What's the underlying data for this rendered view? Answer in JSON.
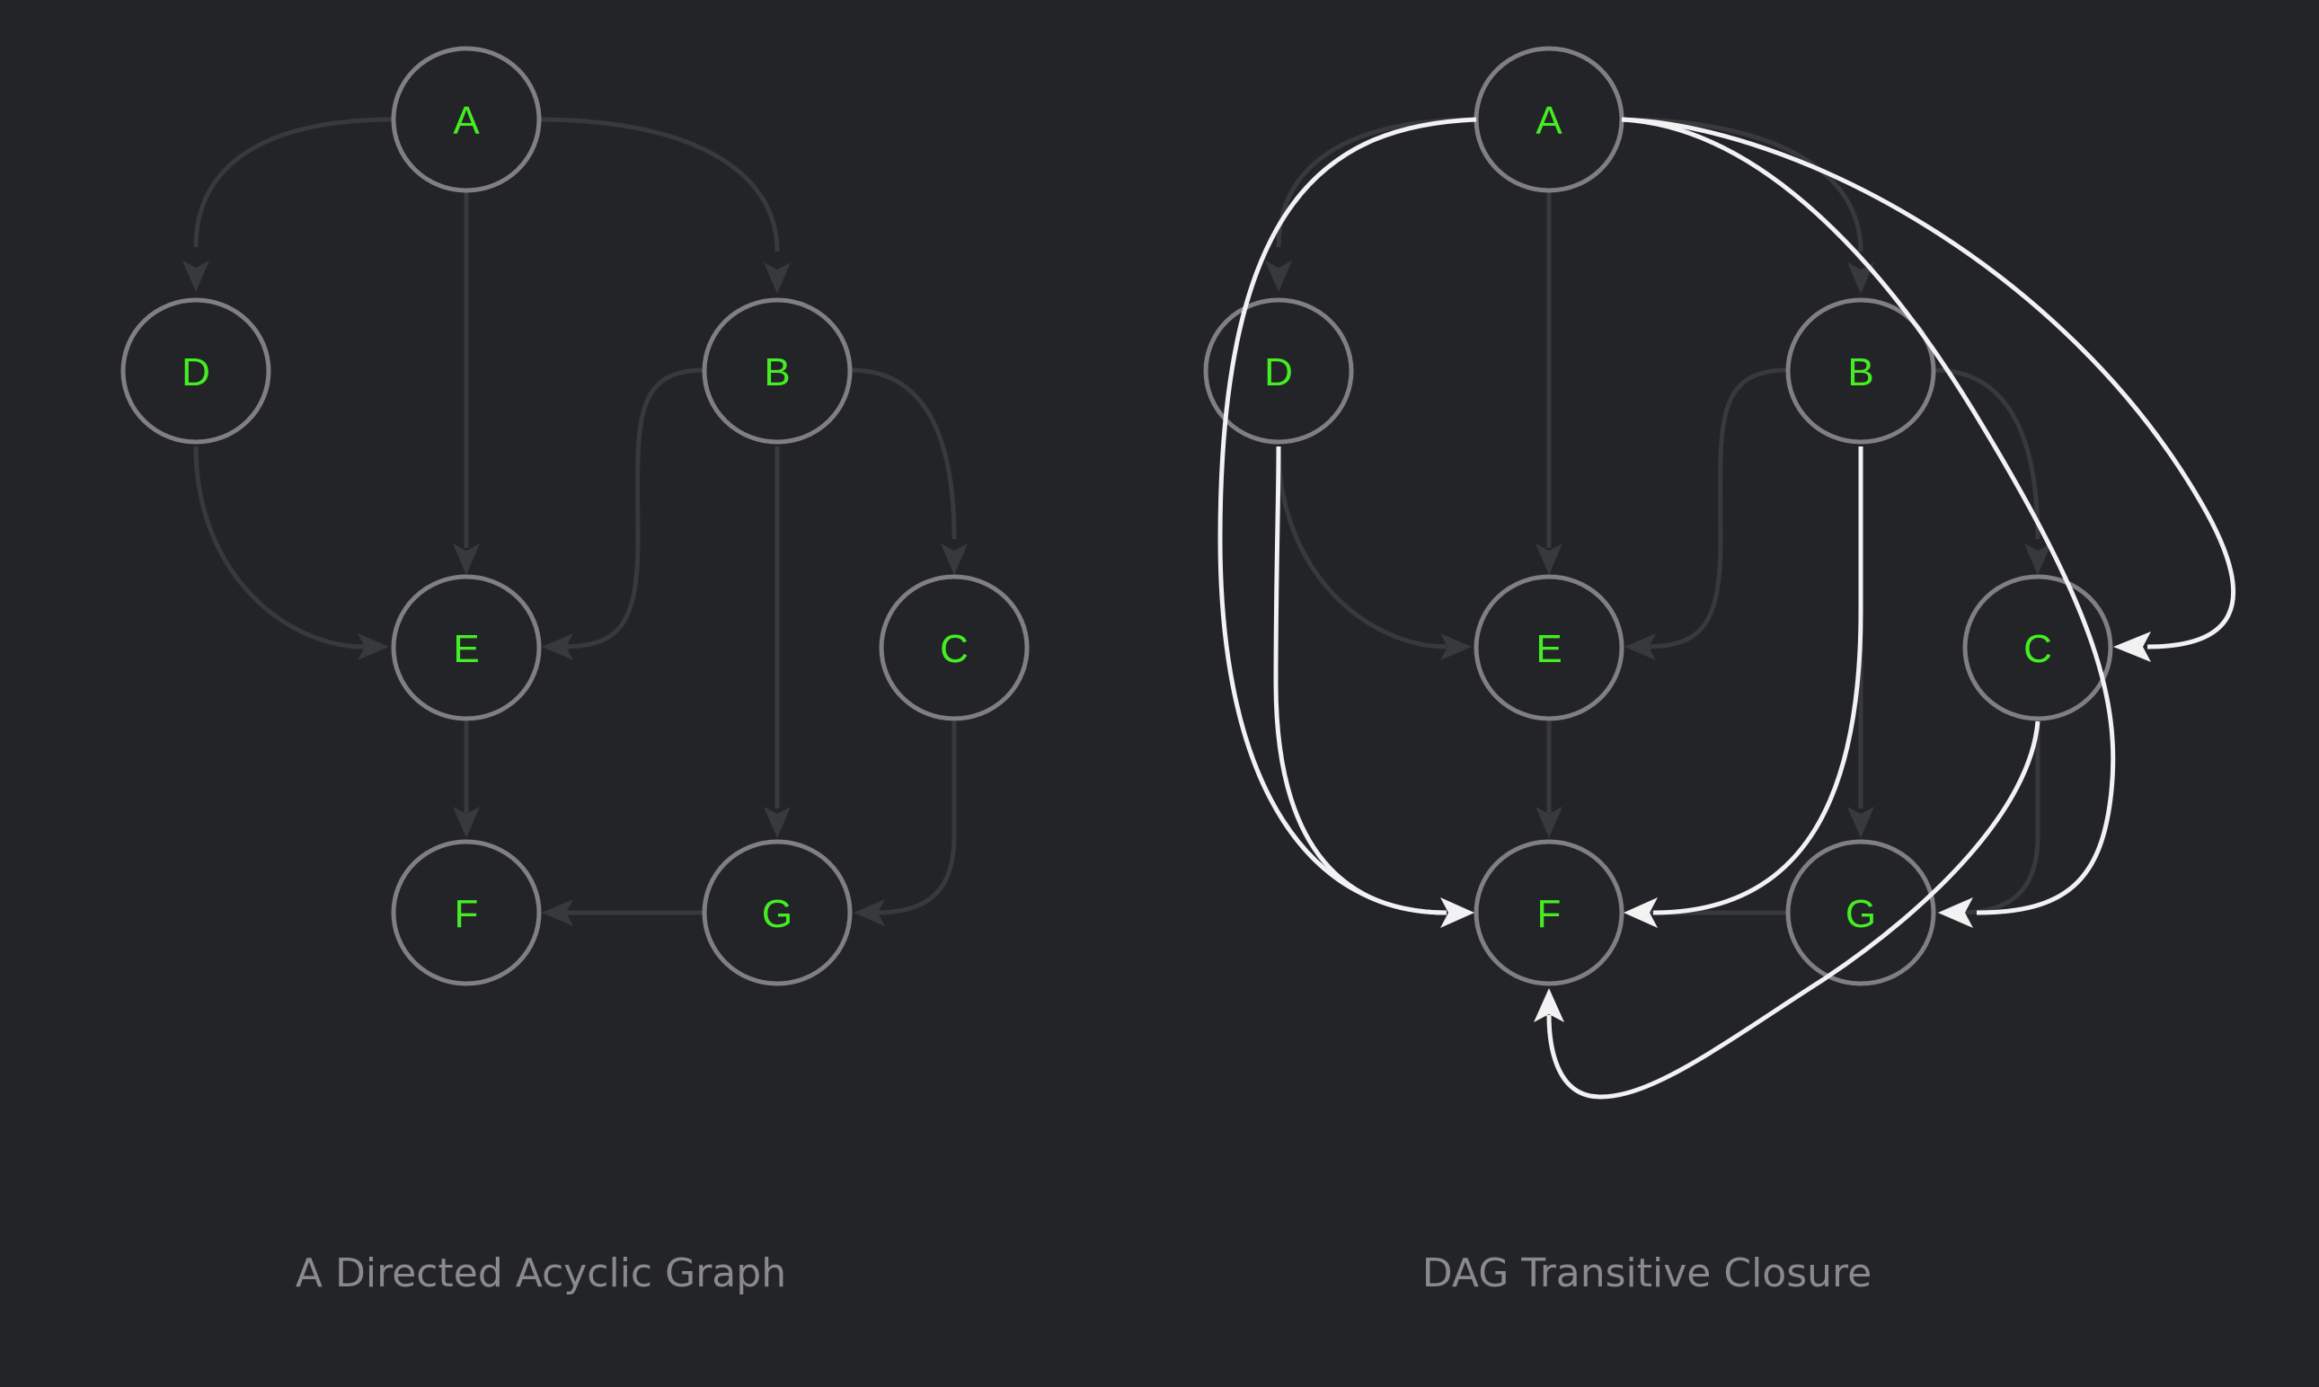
{
  "diagrams": [
    {
      "caption": "A Directed Acyclic Graph",
      "nodes": [
        "A",
        "B",
        "C",
        "D",
        "E",
        "F",
        "G"
      ],
      "edges": [
        {
          "from": "A",
          "to": "D"
        },
        {
          "from": "A",
          "to": "E"
        },
        {
          "from": "A",
          "to": "B"
        },
        {
          "from": "D",
          "to": "E"
        },
        {
          "from": "B",
          "to": "E"
        },
        {
          "from": "B",
          "to": "G"
        },
        {
          "from": "B",
          "to": "C"
        },
        {
          "from": "E",
          "to": "F"
        },
        {
          "from": "G",
          "to": "F"
        },
        {
          "from": "C",
          "to": "G"
        }
      ]
    },
    {
      "caption": "DAG Transitive Closure",
      "nodes": [
        "A",
        "B",
        "C",
        "D",
        "E",
        "F",
        "G"
      ],
      "edges": [
        {
          "from": "A",
          "to": "D"
        },
        {
          "from": "A",
          "to": "E"
        },
        {
          "from": "A",
          "to": "B"
        },
        {
          "from": "D",
          "to": "E"
        },
        {
          "from": "B",
          "to": "E"
        },
        {
          "from": "B",
          "to": "G"
        },
        {
          "from": "B",
          "to": "C"
        },
        {
          "from": "E",
          "to": "F"
        },
        {
          "from": "G",
          "to": "F"
        },
        {
          "from": "C",
          "to": "G"
        }
      ],
      "closure_edges": [
        {
          "from": "A",
          "to": "F"
        },
        {
          "from": "D",
          "to": "F"
        },
        {
          "from": "B",
          "to": "F"
        },
        {
          "from": "A",
          "to": "C"
        },
        {
          "from": "A",
          "to": "G"
        },
        {
          "from": "C",
          "to": "F"
        }
      ]
    }
  ],
  "colors": {
    "background": "#232427",
    "node_stroke": "#808080",
    "node_fill": "#232427",
    "node_label": "#44ee22",
    "edge": "#38393b",
    "closure_edge": "#f2f2f2",
    "caption": "#8a8a8a"
  }
}
